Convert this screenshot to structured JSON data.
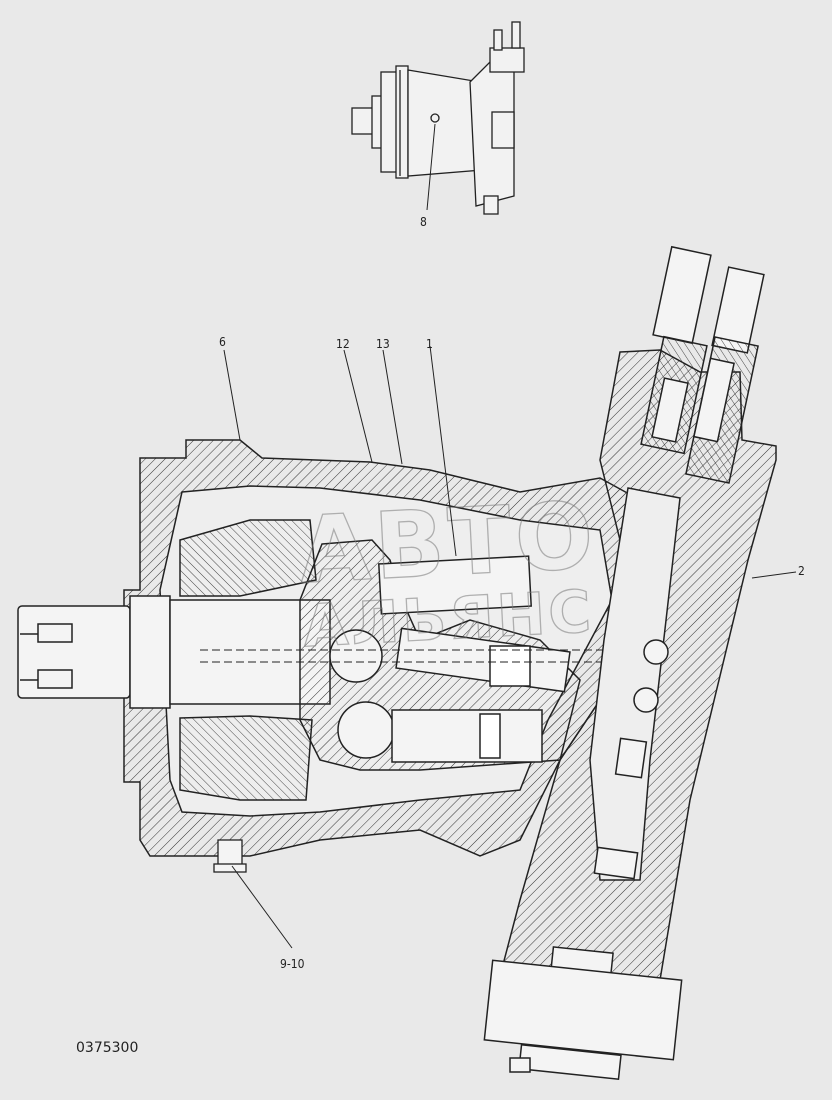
{
  "drawing": {
    "callouts": {
      "c1": "1",
      "c2": "2",
      "c6": "6",
      "c8": "8",
      "c12": "12",
      "c13": "13",
      "c910": "9-10"
    },
    "drawing_code": "0375300",
    "watermark": {
      "line1": "АВТО",
      "line2": "АЛЬЯНС"
    }
  },
  "colors": {
    "background": "#e9e9e9",
    "ink": "#222222",
    "hatch": "#333333",
    "watermark": "#7a7a7a"
  }
}
